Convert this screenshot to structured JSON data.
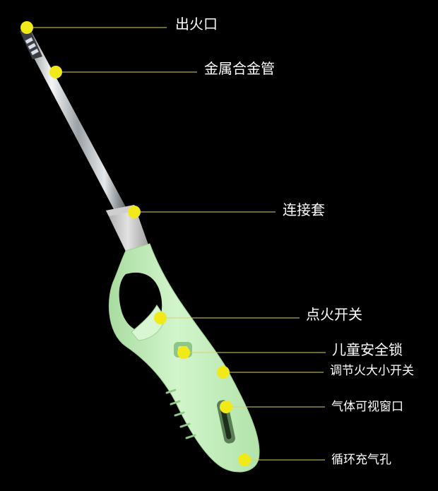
{
  "accent_color": "#f2ea18",
  "body_color": "#c6f0c0",
  "labels": {
    "flame_outlet": "出火口",
    "metal_tube": "金属合金管",
    "connector_sleeve": "连接套",
    "ignition_switch": "点火开关",
    "child_safety_lock": "儿童安全锁",
    "flame_adjust_switch": "调节火大小开关",
    "gas_window": "气体可视窗口",
    "refill_hole": "循环充气孔"
  }
}
